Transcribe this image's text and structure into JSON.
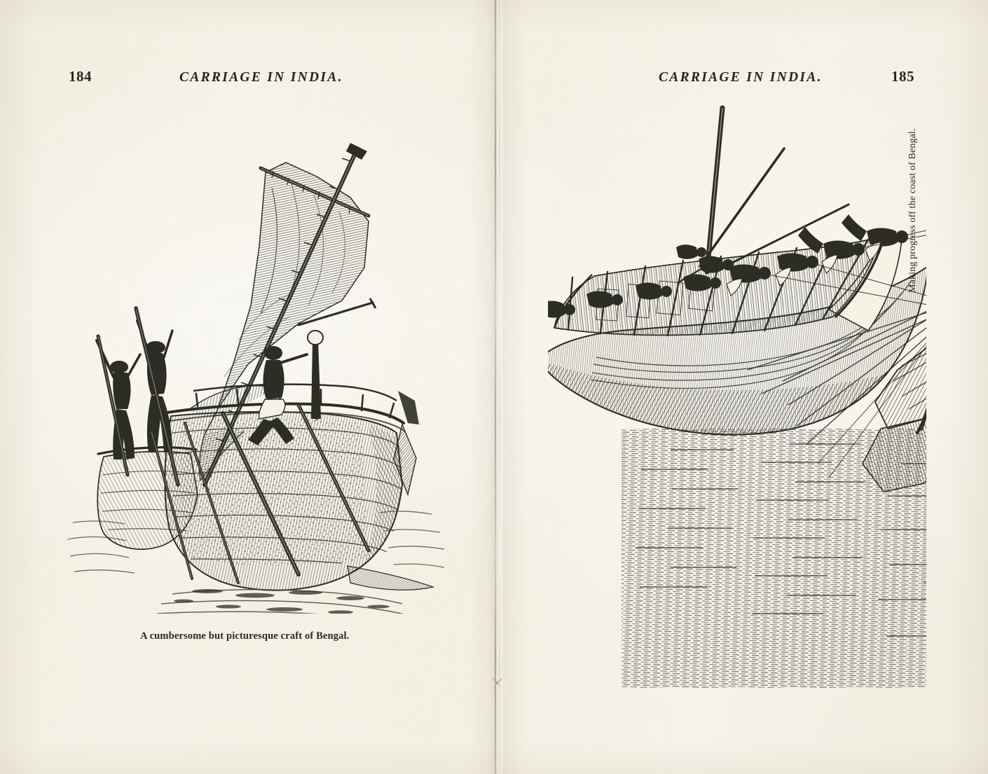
{
  "document": {
    "type": "scanned-book-spread",
    "paper_color": "#f4f1e5",
    "ink_color": "#2d2d26"
  },
  "left_page": {
    "folio": "184",
    "running_head": "CARRIAGE IN INDIA.",
    "illustration": {
      "name": "bengal-craft-engraving",
      "subject": "Wood-engraving of a large Bengali sailing boat with a lateen sail, three crewmen poling and standing at the bow, shown on calm water with reflections",
      "technique": "wood engraving / line art"
    },
    "caption": "A cumbersome but picturesque craft of Bengal."
  },
  "right_page": {
    "folio": "185",
    "running_head": "CARRIAGE IN INDIA.",
    "illustration": {
      "name": "bengal-coast-vessel-engraving",
      "subject": "Wood-engraving, printed rotated 90 degrees, of a heavily laden coastal vessel under sail off Bengal with many crew along the rail, long bowsprit and rigging, rough sea hatching",
      "technique": "wood engraving / line art",
      "rotation_degrees": 90
    },
    "caption": "Making progress off the coast of Bengal."
  },
  "binding": {
    "gutter_label": "center-gutter",
    "staple_label": "binding-staple"
  }
}
